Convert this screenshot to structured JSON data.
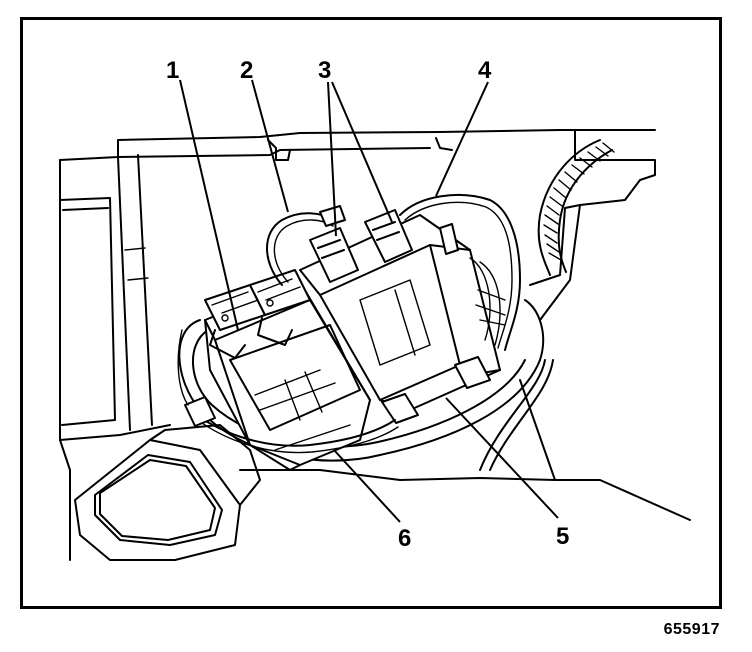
{
  "callouts": [
    {
      "id": "callout-1",
      "label": "1"
    },
    {
      "id": "callout-2",
      "label": "2"
    },
    {
      "id": "callout-3",
      "label": "3"
    },
    {
      "id": "callout-4",
      "label": "4"
    },
    {
      "id": "callout-5",
      "label": "5"
    },
    {
      "id": "callout-6",
      "label": "6"
    }
  ],
  "figure_id": "655917"
}
